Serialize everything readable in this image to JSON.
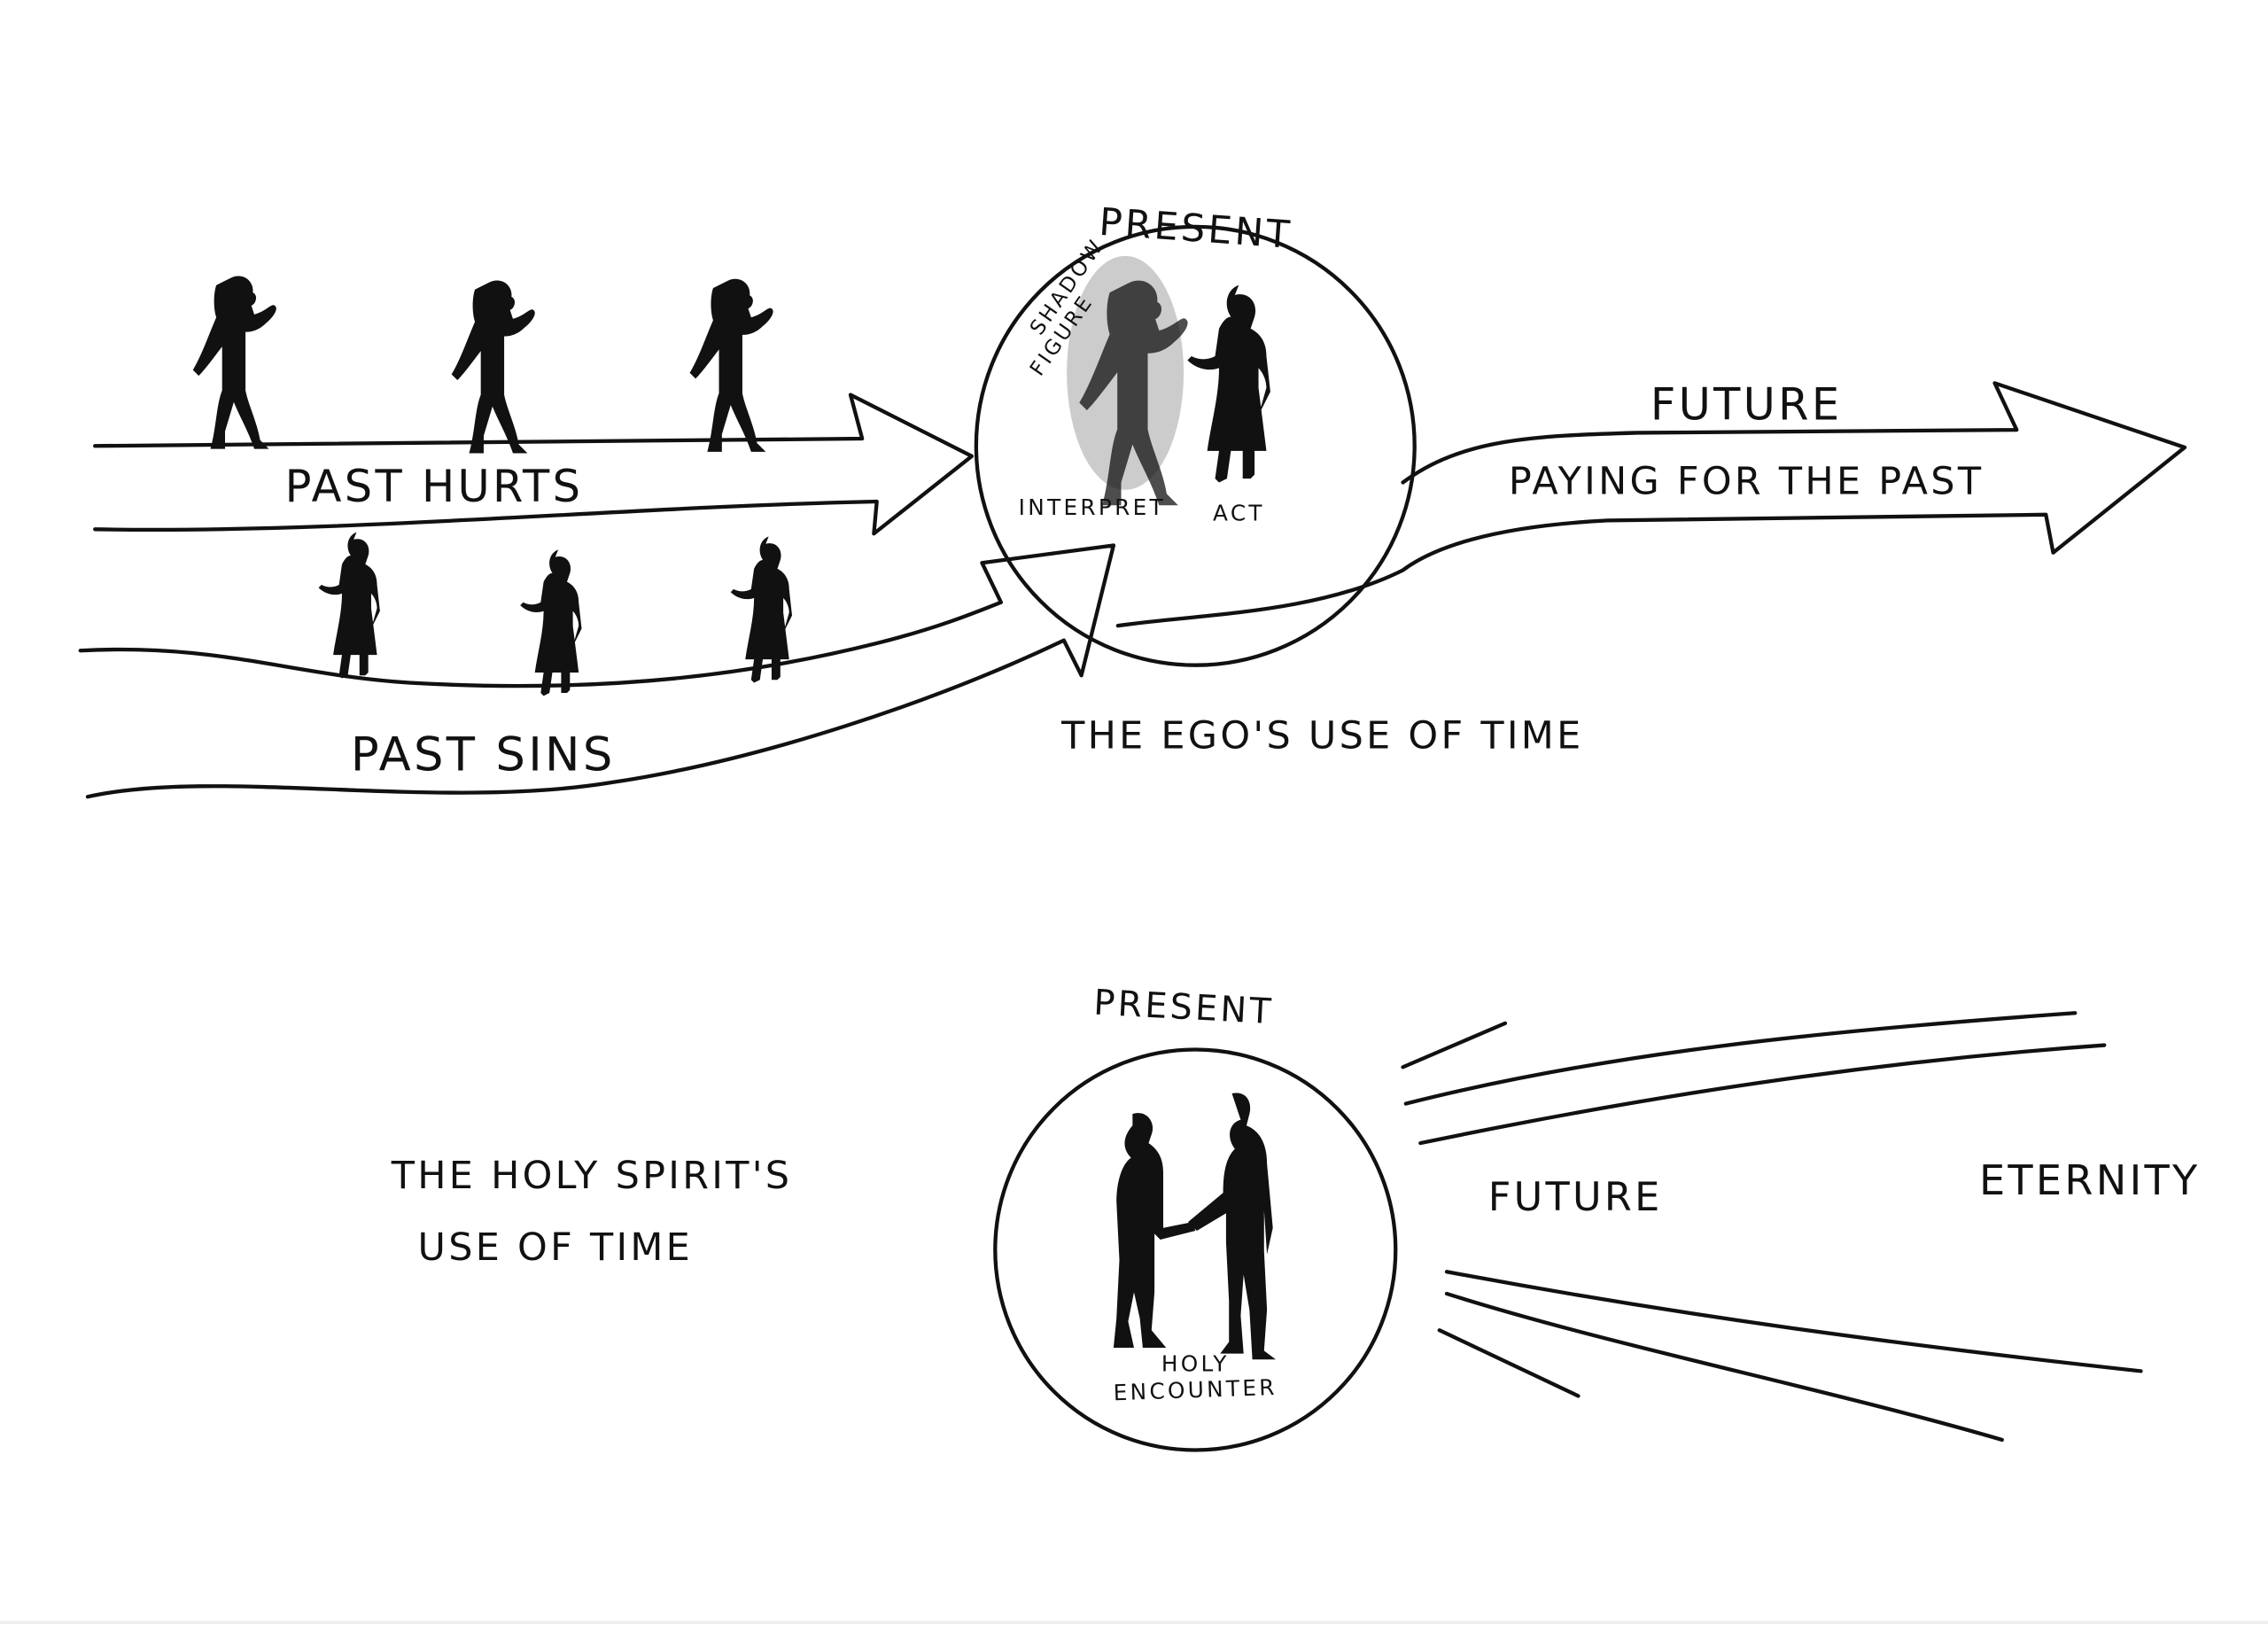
{
  "ego_diagram": {
    "title": "THE EGO'S USE OF TIME",
    "past_hurts_label": "PAST HURTS",
    "past_sins_label": "PAST SINS",
    "present_label": "PRESENT",
    "shadow_label_line1": "SHADOW",
    "shadow_label_line2": "FIGURE",
    "interpret_label": "INTERPRET",
    "act_label": "ACT",
    "future_label": "FUTURE",
    "future_arrow_text": "PAYING FOR THE PAST"
  },
  "holy_spirit_diagram": {
    "title_line1": "THE HOLY SPIRIT'S",
    "title_line2": "USE OF TIME",
    "present_label": "PRESENT",
    "encounter_line1": "HOLY",
    "encounter_line2": "ENCOUNTER",
    "future_label": "FUTURE",
    "eternity_label": "ETERNITY"
  }
}
